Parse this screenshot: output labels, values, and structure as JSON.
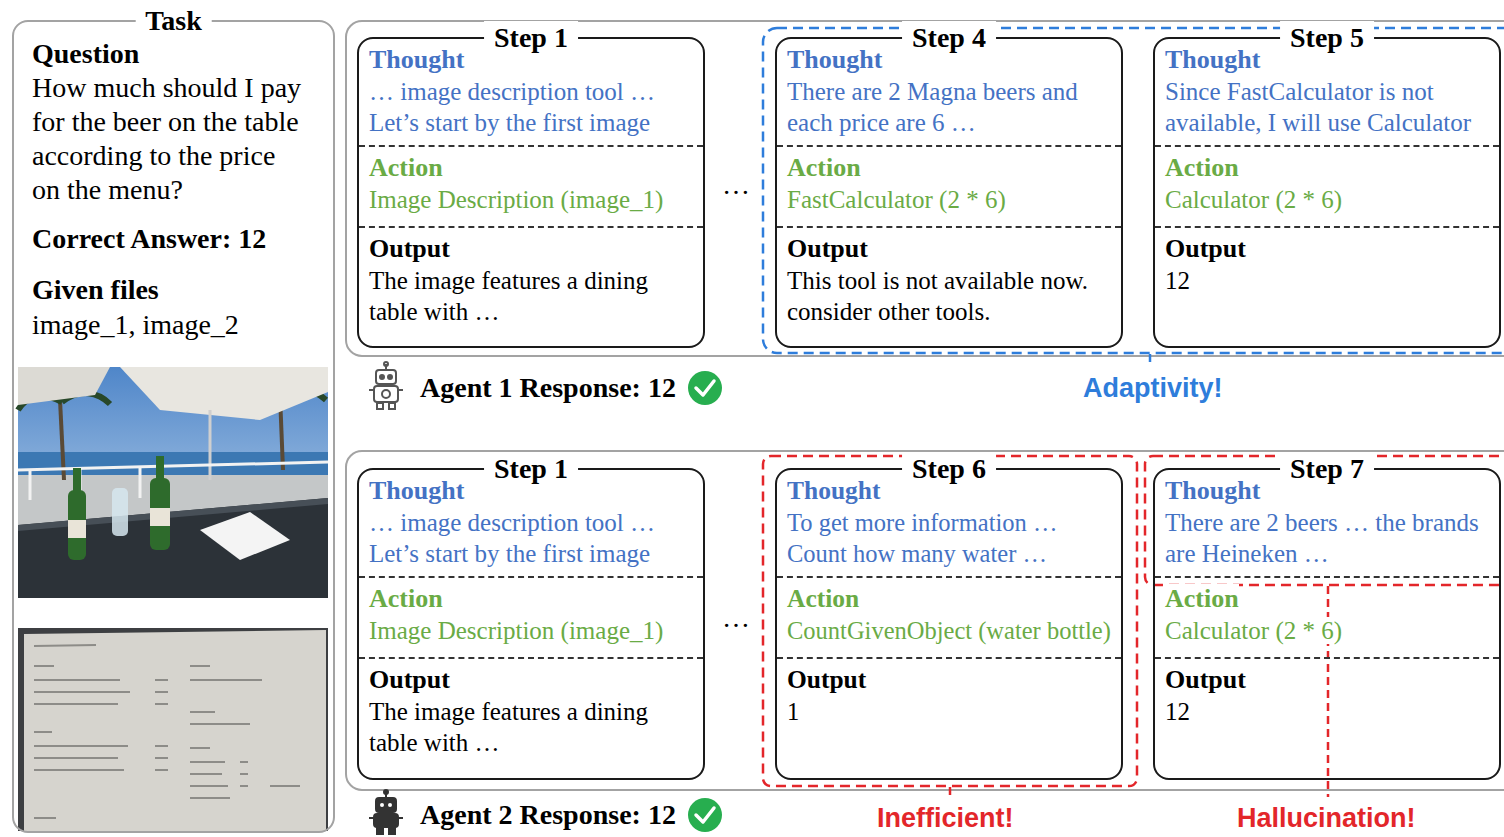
{
  "diagram": {
    "nodes": [
      {
        "text": [
          "Task",
          "Question",
          "How much should I pay for the beer on the table according to the price on the menu?",
          "Correct Answer: 12",
          "Given files",
          "image_1, image_2"
        ]
      },
      {
        "text": [
          "Step 1",
          "Thought",
          "… image description tool … Let’s start by the first image",
          "Action",
          "Image Description (image_1)",
          "Output",
          "The image features a dining table with …"
        ]
      },
      {
        "text": [
          "Step 4",
          "Thought",
          "There are 2 Magna beers and each price are 6 …",
          "Action",
          "FastCalculator (2 * 6)",
          "Output",
          "This tool is not available now. consider other tools."
        ]
      },
      {
        "text": [
          "Step 5",
          "Thought",
          "Since FastCalculator is not available, I will use Calculator",
          "Action",
          "Calculator (2 * 6)",
          "Output",
          "12"
        ]
      },
      {
        "text": [
          "Step 1",
          "Thought",
          "… image description tool … Let’s start by the first image",
          "Action",
          "Image Description (image_1)",
          "Output",
          "The image features a dining table with …"
        ]
      },
      {
        "text": [
          "Step 6",
          "Thought",
          "To get more information … Count how many water …",
          "Action",
          "CountGivenObject (water bottle)",
          "Output",
          "1"
        ]
      },
      {
        "text": [
          "Step 7",
          "Thought",
          "There are 2 beers … the brands are Heineken …",
          "Action",
          "Calculator (2 * 6)",
          "Output",
          "12"
        ]
      }
    ],
    "labels": [
      "…",
      "Agent 1 Response: 12",
      "Adaptivity!",
      "…",
      "Agent 2 Response: 12",
      "Inefficient!",
      "Hallucination!"
    ]
  }
}
